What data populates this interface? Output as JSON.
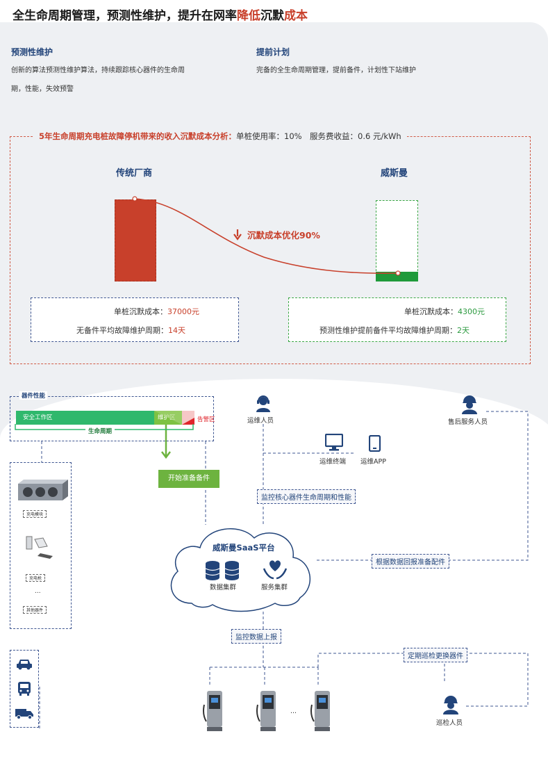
{
  "title": {
    "part1": "全生命周期管理，预测性维护，提升在网率",
    "part2": "降低",
    "part3": "沉默",
    "part4": "成本"
  },
  "predictive": {
    "heading": "预测性维护",
    "line1": "创新的算法预测性维护算法，持续跟踪核心器件的生命周",
    "line2": "期，性能，失效预警"
  },
  "advance": {
    "heading": "提前计划",
    "text": "完备的全生命周期管理，提前备件，计划性下站维护"
  },
  "analysis": {
    "title": "5年生命周期充电桩故障停机带来的收入沉默成本分析：",
    "meta": "单桩使用率：10%　服务费收益：0.6 元/kWh",
    "optimization": "沉默成本优化90%",
    "traditional": {
      "heading": "传统厂商",
      "cost_label": "单桩沉默成本：",
      "cost_value": "37000元",
      "cycle_label": "无备件平均故障维护周期：",
      "cycle_value": "14天"
    },
    "wisman": {
      "heading": "威斯曼",
      "cost_label": "单桩沉默成本：",
      "cost_value": "4300元",
      "cycle_label": "预测性维护提前备件平均故障维护周期：",
      "cycle_value": "2天"
    }
  },
  "chart_data": {
    "type": "bar",
    "categories": [
      "传统厂商",
      "威斯曼"
    ],
    "values": [
      37000,
      4300
    ],
    "title": "",
    "xlabel": "",
    "ylabel": "",
    "ylim": [
      0,
      37000
    ]
  },
  "lifecycle": {
    "heading": "器件性能",
    "safe": "安全工作区",
    "maintain": "维护区",
    "alarm": "告警区",
    "life": "生命周期",
    "prepare": "开始准备备件"
  },
  "components": {
    "module": "充电模块",
    "gun": "充电枪",
    "ellipsis": "...",
    "other": "其他器件"
  },
  "roles": {
    "ops": "运维人员",
    "aftersales": "售后服务人员",
    "inspector": "巡检人员"
  },
  "terminals": {
    "terminal": "运维终端",
    "app": "运维APP"
  },
  "flows": {
    "monitor_core": "监控核心器件生命周期和性能",
    "return_data": "根据数据回报准备配件",
    "monitor_report": "监控数据上报",
    "inspect": "定期巡检更换器件"
  },
  "cloud": {
    "title": "威斯曼SaaS平台",
    "data": "数据集群",
    "service": "服务集群"
  },
  "chargers": {
    "ellipsis": "..."
  },
  "colors": {
    "accent_red": "#c8402b",
    "navy": "#22447a",
    "green": "#1f9a3a",
    "safe_green": "#2fb86c",
    "maintain_green": "#7ec242"
  },
  "icons": [
    "headset-agent-icon",
    "worker-helmet-icon",
    "monitor-icon",
    "phone-icon",
    "database-icon",
    "heart-hands-icon",
    "car-icon",
    "bus-icon",
    "truck-icon",
    "charger-icon",
    "power-module-icon",
    "charging-gun-icon",
    "down-arrow-icon"
  ]
}
